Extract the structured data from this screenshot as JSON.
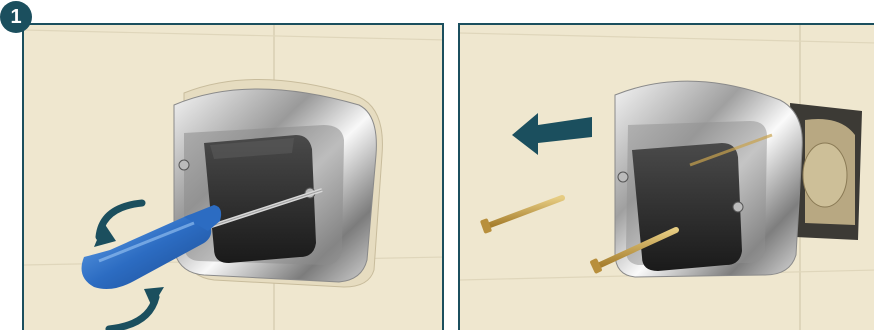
{
  "step": {
    "number": "1"
  },
  "panels": [
    {
      "id": "left",
      "action": "unscrew-cover-plate",
      "icons": [
        "screwdriver-icon",
        "rotate-arrows-icon"
      ]
    },
    {
      "id": "right",
      "action": "remove-cover-plate",
      "icons": [
        "pull-left-arrow-icon",
        "screw-icon"
      ]
    }
  ],
  "colors": {
    "badge": "#1b4f5e",
    "frame": "#1b4f5e",
    "wall": "#f0e9d2",
    "chrome": "#cfcfcf",
    "handle": "#2b2b2b",
    "screwdriver_handle": "#2f6fc4",
    "brass_screw": "#c9a34e"
  }
}
